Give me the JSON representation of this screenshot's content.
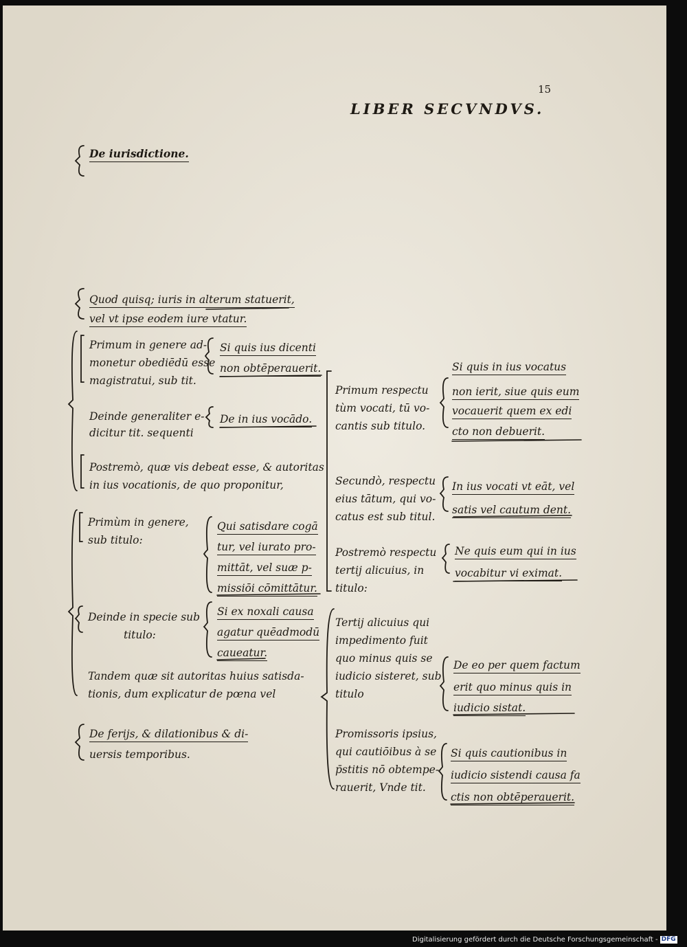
{
  "page": {
    "number": "15",
    "running_head": "LIBER SECVNDVS."
  },
  "outline": {
    "title": "De iurisdictione.",
    "statute": [
      "Quod quisq; iuris in alterum statuerit,",
      "vel vt ipse eodem iure vtatur."
    ],
    "primum_genere": [
      "Primum in genere ad-",
      "monetur obediēdū esse",
      "magistratui, sub tit."
    ],
    "si_quis_dicenti": [
      "Si quis ius dicenti",
      "non obtēperauerit."
    ],
    "deinde_generaliter": [
      "Deinde generaliter e-",
      "dicitur tit. sequenti"
    ],
    "de_in_ius_vocando": "De in ius vocādo.",
    "postremo_vis": [
      "Postremò, quæ vis debeat esse, & autoritas",
      "in ius vocationis, de quo proponitur,"
    ],
    "primum_respectu": [
      "Primum respectu",
      "tùm vocati, tū vo-",
      "cantis sub titulo."
    ],
    "si_quis_vocatus": [
      "Si quis in ius vocatus",
      "non ierit, siue quis eum",
      "vocauerit quem ex edi",
      "cto non debuerit."
    ],
    "secundo_respectu": [
      "Secundò, respectu",
      "eius tātum, qui vo-",
      "catus est sub titul."
    ],
    "in_ius_vocati": [
      "In ius vocati vt eāt, vel",
      "satis vel cautum dent."
    ],
    "primum_genere_titulo": [
      "Primùm in genere,",
      "sub titulo:"
    ],
    "qui_satisdare": [
      "Qui satisdare cogā",
      "tur, vel iurato pro-",
      "mittāt, vel suæ p-",
      "missiōi cōmittātur."
    ],
    "postremo_tertij": [
      "Postremò respectu",
      "tertij alicuius, in",
      "titulo:"
    ],
    "ne_quis_eum": [
      "Ne quis eum qui in ius",
      "vocabitur vi eximat."
    ],
    "deinde_specie": [
      "Deinde in specie sub",
      "titulo:"
    ],
    "si_ex_noxali": [
      "Si ex noxali causa",
      "agatur quēadmodū",
      "caueatur."
    ],
    "tertij_alicuius": [
      "Tertij alicuius qui",
      "impedimento fuit",
      "quo minus quis se",
      "iudicio sisteret, sub",
      "titulo"
    ],
    "de_eo_per_quem": [
      "De eo per quem factum",
      "erit quo minus quis in",
      "iudicio sistat."
    ],
    "tandem": [
      "Tandem quæ sit autoritas huius satisda-",
      "tionis, dum explicatur de pœna vel"
    ],
    "de_ferijs": [
      "De ferijs, & dilationibus & di-",
      "uersis temporibus."
    ],
    "promissoris": [
      "Promissoris ipsius,",
      "qui cautiōibus à se",
      "p̄stitis nō obtempe-",
      "rauerit, Vnde tit."
    ],
    "si_quis_cautionibus": [
      "Si quis cautionibus in",
      "iudicio sistendi causa fa",
      "ctis non obtēperauerit."
    ]
  },
  "footer": {
    "text": "Digitalisierung gefördert durch die Deutsche Forschungsgemeinschaft -",
    "logo": "DFG"
  },
  "colors": {
    "paper": "#eae5d8",
    "ink": "#1e1a14",
    "background": "#0c0c0c"
  }
}
